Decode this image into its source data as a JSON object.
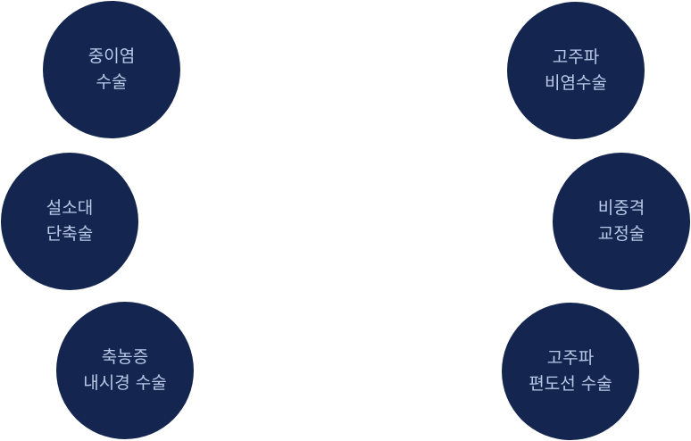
{
  "procedures": [
    {
      "line1": "중이염",
      "line2": "수술"
    },
    {
      "line1": "설소대",
      "line2": "단축술"
    },
    {
      "line1": "축농증",
      "line2": "내시경 수술"
    },
    {
      "line1": "고주파",
      "line2": "비염수술"
    },
    {
      "line1": "비중격",
      "line2": "교정술"
    },
    {
      "line1": "고주파",
      "line2": "편도선 수술"
    }
  ],
  "colors": {
    "circle": "#14264f",
    "text": "#b9c9e8",
    "background": "#ffffff"
  }
}
